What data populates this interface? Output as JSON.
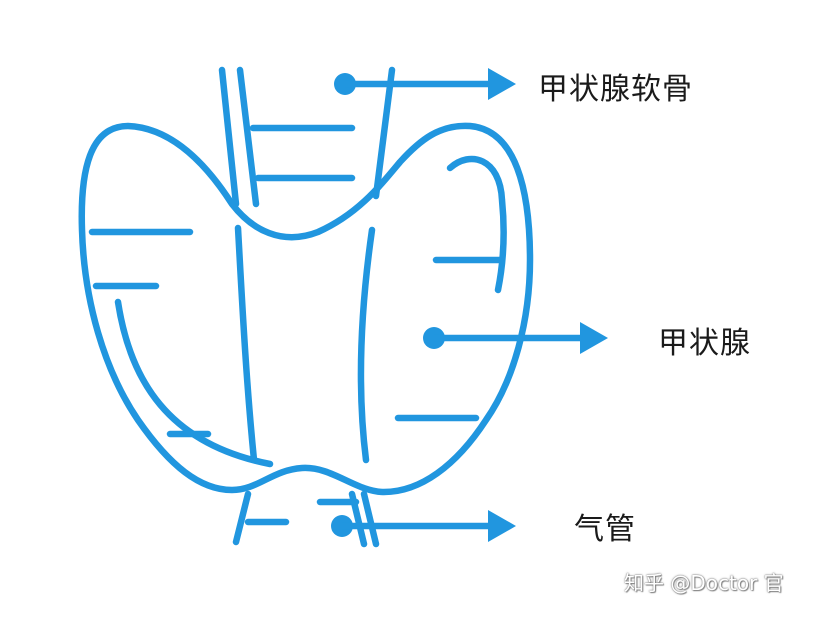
{
  "labels": {
    "thyroid_cartilage": "甲状腺软骨",
    "thyroid_gland": "甲状腺",
    "trachea": "气管"
  },
  "watermark": "知乎 @Doctor 官",
  "colors": {
    "stroke": "#2196df",
    "text": "#1a1a1a",
    "background": "#ffffff"
  }
}
